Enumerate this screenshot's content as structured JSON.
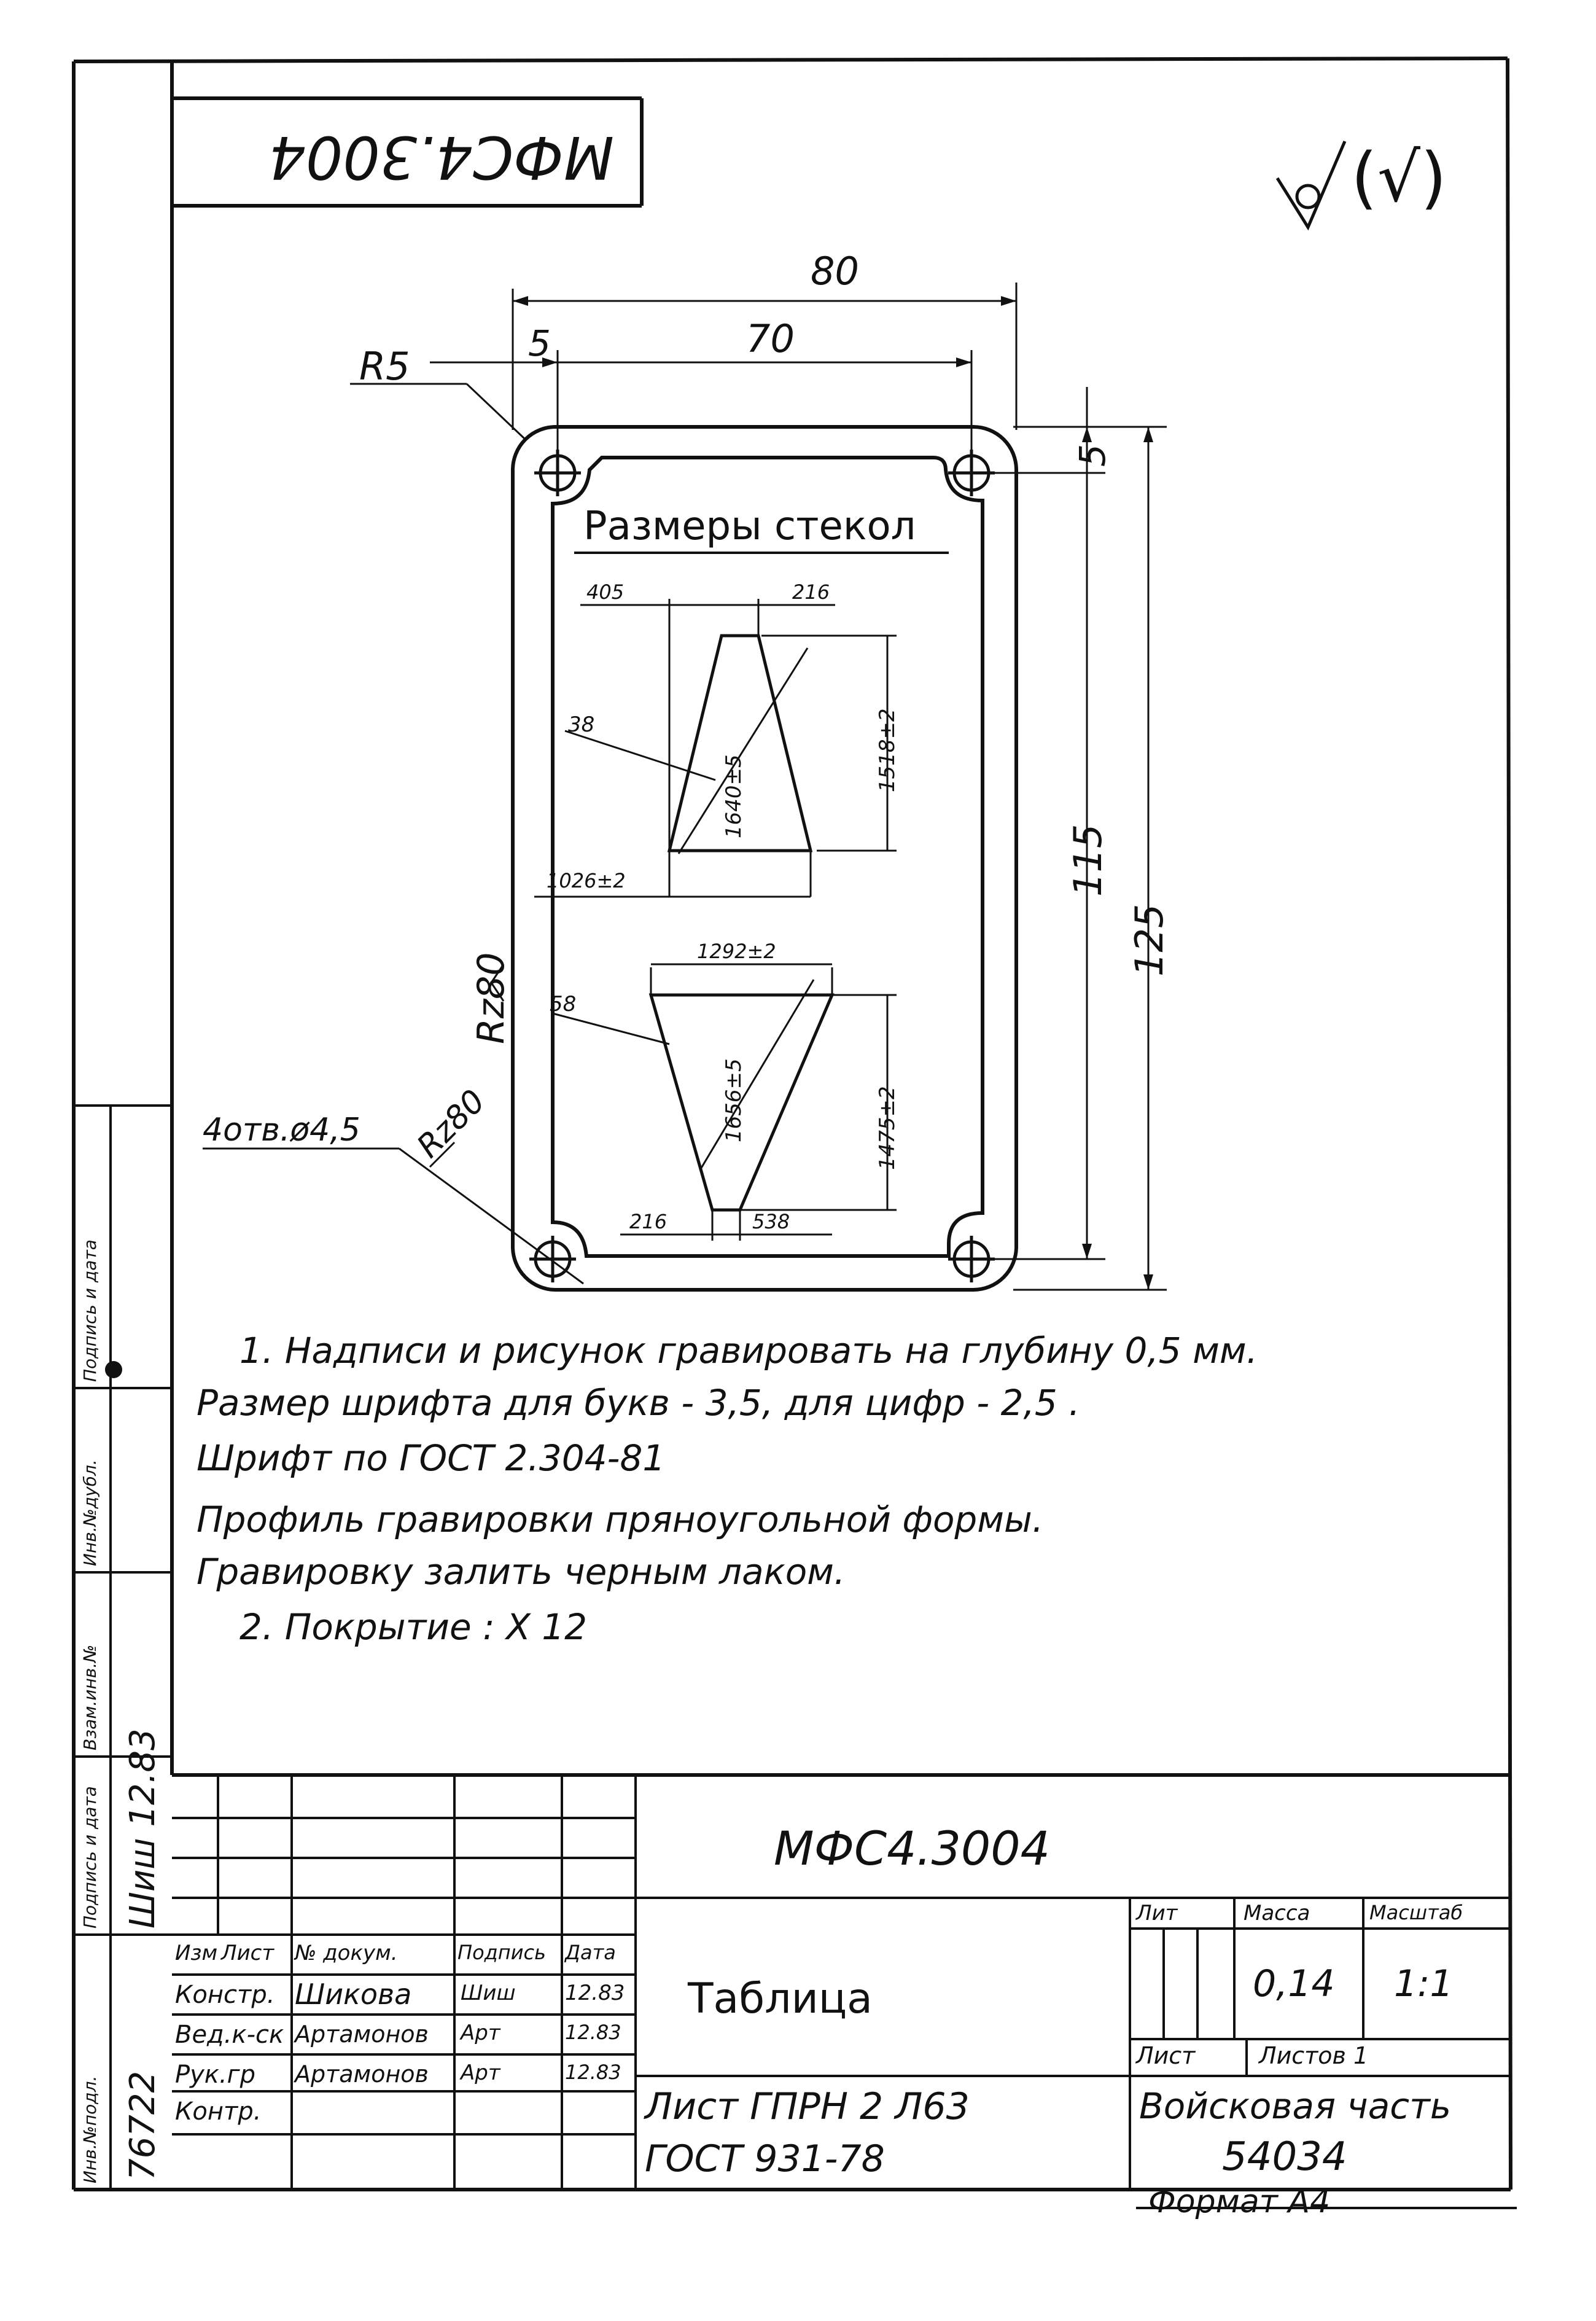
{
  "designation_rotated": "МФС4.3004",
  "surface_symbol": "(√)",
  "plate": {
    "dims": {
      "width_total": "80",
      "hole_spacing": "70",
      "edge_offset_x": "5",
      "edge_offset_y": "5",
      "height_holes": "115",
      "height_total": "125",
      "corner_radius": "R5",
      "roughness_side": "Rz80",
      "roughness_hole": "Rz80",
      "holes": "4отв.ø4,5"
    },
    "panel_title": "Размеры стекол",
    "glass1": {
      "d_top_left": "405",
      "d_top_right": "216",
      "d_thickness": "38",
      "d_diag": "1640±5",
      "d_height": "1518±2",
      "d_bottom": "1026±2"
    },
    "glass2": {
      "d_top": "1292±2",
      "d_thickness": "58",
      "d_diag": "1656±5",
      "d_height": "1475±2",
      "d_bottom_left": "216",
      "d_bottom_right": "538"
    }
  },
  "notes": [
    "1. Надписи и рисунок гравировать на глубину 0,5 мм.",
    "Размер шрифта для букв - 3,5, для цифр - 2,5 .",
    "Шрифт по ГОСТ 2.304-81",
    "Профиль гравировки пряноугольной формы.",
    "Гравировку залить черным лаком.",
    "2. Покрытие : Х 12"
  ],
  "side_strip": {
    "labels": [
      "Инв.№подл.",
      "Подпись и дата",
      "Взам.инв.№",
      "Инв.№дубл.",
      "Подпись и дата"
    ],
    "inv_number": "76722",
    "sign_date": "Шиш 12.83"
  },
  "title_block": {
    "designation": "МФС4.3004",
    "name": "Таблица",
    "material_line1": "Лист ГПРН 2 Л63",
    "material_line2": "ГОСТ 931-78",
    "headers": {
      "izm": "Изм",
      "list": "Лист",
      "doc": "№ докум.",
      "sign": "Подпись",
      "date": "Дата"
    },
    "roles": [
      {
        "role": "Констр.",
        "name": "Шикова",
        "sign": "Шиш",
        "date": "12.83"
      },
      {
        "role": "Вед.к-ск",
        "name": "Артамонов",
        "sign": "Арт",
        "date": "12.83"
      },
      {
        "role": "Рук.гр",
        "name": "Артамонов",
        "sign": "Арт",
        "date": "12.83"
      },
      {
        "role": "Контр.",
        "name": "",
        "sign": "",
        "date": ""
      }
    ],
    "lit_label": "Лит",
    "mass_label": "Масса",
    "scale_label": "Масштаб",
    "mass": "0,14",
    "scale": "1:1",
    "sheet_label": "Лист",
    "sheets_label": "Листов 1",
    "org_line1": "Войсковая часть",
    "org_line2": "54034",
    "format": "Формат А4"
  }
}
